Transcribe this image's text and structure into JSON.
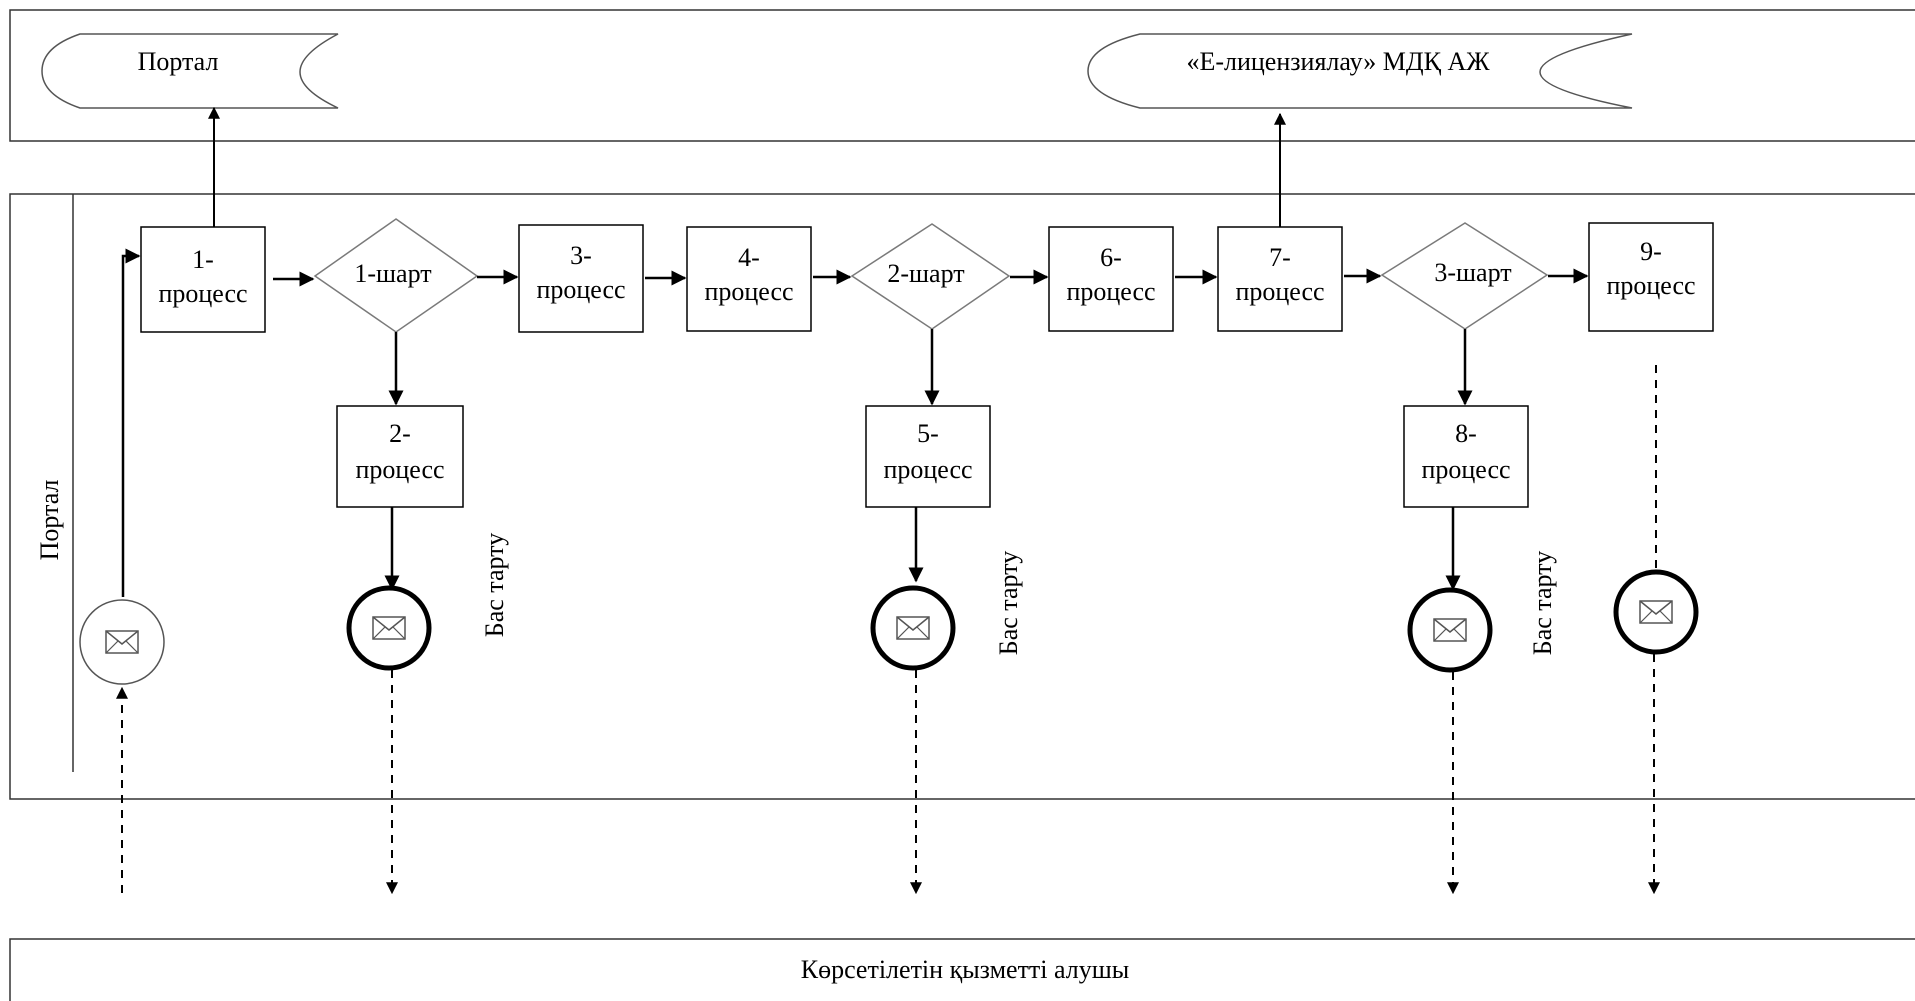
{
  "pools": {
    "top_ext_left": "Портал",
    "top_ext_right": "«Е-лицензиялау» МДҚ АЖ",
    "main_lane": "Портал",
    "bottom": "Көрсетілетін қызметті алушы"
  },
  "processes": {
    "p1": [
      "1-",
      "процесс"
    ],
    "p2": [
      "2-",
      "процесс"
    ],
    "p3": [
      "3-",
      "процесс"
    ],
    "p4": [
      "4-",
      "процесс"
    ],
    "p5": [
      "5-",
      "процесс"
    ],
    "p6": [
      "6-",
      "процесс"
    ],
    "p7": [
      "7-",
      "процесс"
    ],
    "p8": [
      "8-",
      "процесс"
    ],
    "p9": [
      "9-",
      "процесс"
    ]
  },
  "conditions": {
    "c1": "1-шарт",
    "c2": "2-шарт",
    "c3": "3-шарт"
  },
  "rejections": {
    "r1": "Бас тарту",
    "r2": "Бас тарту",
    "r3": "Бас тарту"
  },
  "icons": {
    "message": "envelope-icon",
    "start_event": "message-start-event",
    "end_event": "message-end-event"
  },
  "colors": {
    "line": "#000000",
    "decision_border": "#7a7a7a",
    "thin_border": "#555555",
    "background": "#ffffff"
  }
}
